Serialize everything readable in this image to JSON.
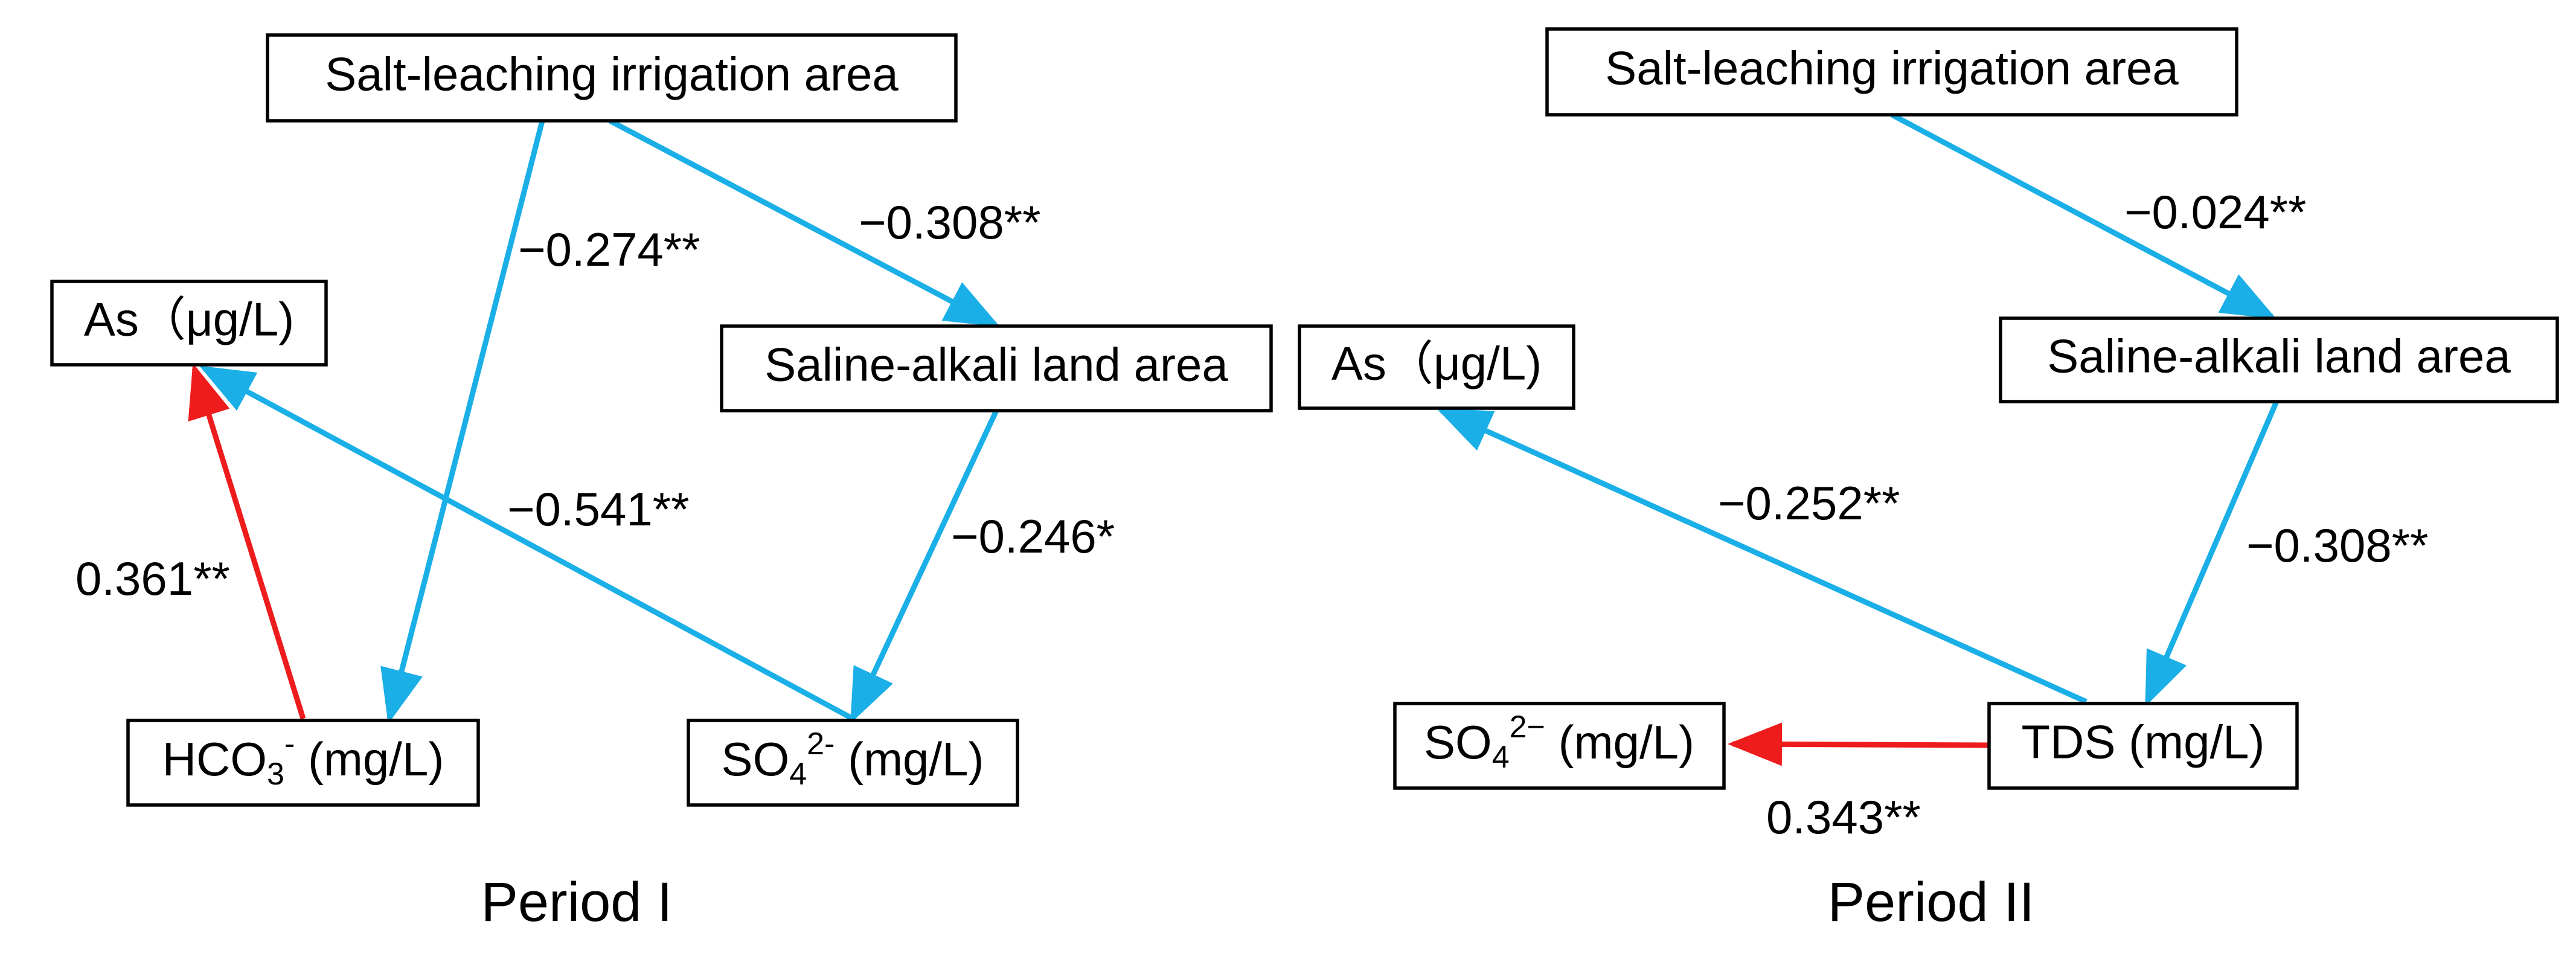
{
  "colors": {
    "negative": "#1aafe6",
    "positive": "#ee1c1c"
  },
  "period1": {
    "title": "Period I",
    "nodes": {
      "irrigation": "Salt-leaching irrigation area",
      "saline": "Saline-alkali land area",
      "as": "As（μg/L)",
      "hco3": {
        "main": "HCO",
        "sub": "3",
        "sup": "-",
        "unit": " (mg/L)"
      },
      "so4": {
        "main": "SO",
        "sub": "4",
        "sup": "2-",
        "unit": " (mg/L)"
      }
    },
    "edges": [
      {
        "from": "irrigation",
        "to": "hco3",
        "label": "−0.274**",
        "sign": "negative"
      },
      {
        "from": "irrigation",
        "to": "saline",
        "label": "−0.308**",
        "sign": "negative"
      },
      {
        "from": "saline",
        "to": "so4",
        "label": "−0.246*",
        "sign": "negative"
      },
      {
        "from": "so4",
        "to": "as",
        "label": "−0.541**",
        "sign": "negative"
      },
      {
        "from": "hco3",
        "to": "as",
        "label": "0.361**",
        "sign": "positive"
      }
    ]
  },
  "period2": {
    "title": "Period II",
    "nodes": {
      "irrigation": "Salt-leaching irrigation area",
      "saline": "Saline-alkali land area",
      "as": "As（μg/L)",
      "tds": "TDS (mg/L)",
      "so4": {
        "main": "SO",
        "sub": "4",
        "sup": "2−",
        "unit": " (mg/L)"
      }
    },
    "edges": [
      {
        "from": "irrigation",
        "to": "saline",
        "label": "−0.024**",
        "sign": "negative"
      },
      {
        "from": "saline",
        "to": "tds",
        "label": "−0.308**",
        "sign": "negative"
      },
      {
        "from": "tds",
        "to": "as",
        "label": "−0.252**",
        "sign": "negative"
      },
      {
        "from": "tds",
        "to": "so4",
        "label": "0.343**",
        "sign": "positive"
      }
    ]
  }
}
